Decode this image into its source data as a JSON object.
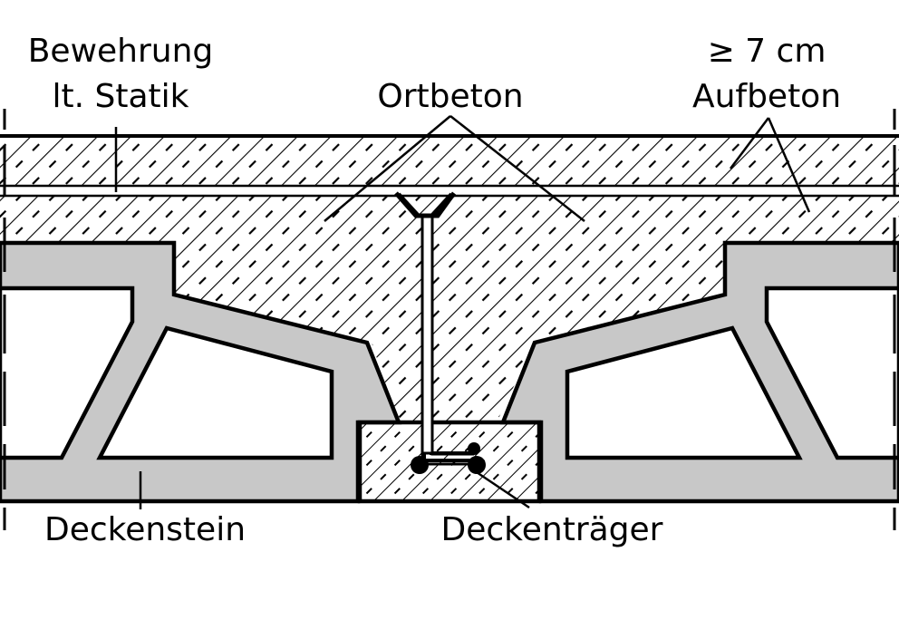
{
  "labels": {
    "reinforcement_line1": "Bewehrung",
    "reinforcement_line2": "lt. Statik",
    "cast_concrete": "Ortbeton",
    "topping_thickness": "≥ 7 cm",
    "topping": "Aufbeton",
    "block": "Deckenstein",
    "beam": "Deckenträger"
  },
  "colors": {
    "line": "#000000",
    "block_fill": "#c8c8c8",
    "background": "#ffffff"
  }
}
